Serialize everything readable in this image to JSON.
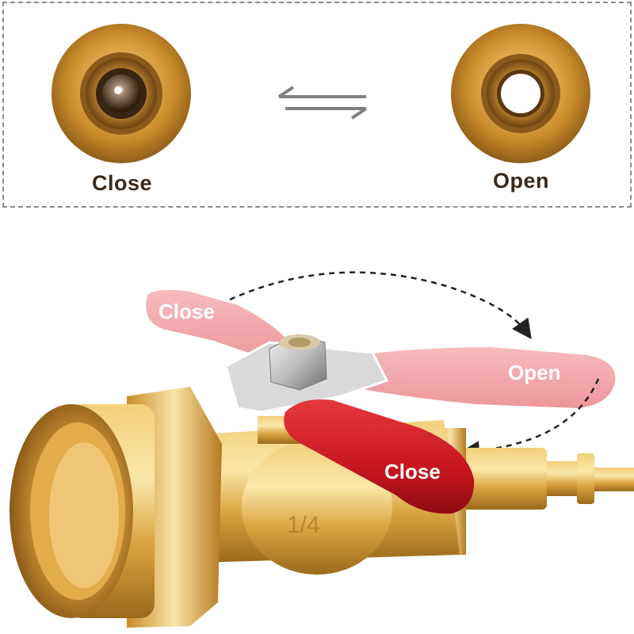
{
  "top_panel": {
    "close_label": "Close",
    "open_label": "Open"
  },
  "valve": {
    "handle_close_label_top": "Close",
    "handle_open_label": "Open",
    "handle_close_label_bottom": "Close",
    "size_marking": "1/4"
  },
  "colors": {
    "brass": "#d9a441",
    "brass_dark": "#9a6a1c",
    "handle_red": "#c8151f",
    "handle_ghost": "#f2a7ab",
    "label_text": "#3a2a1c"
  }
}
